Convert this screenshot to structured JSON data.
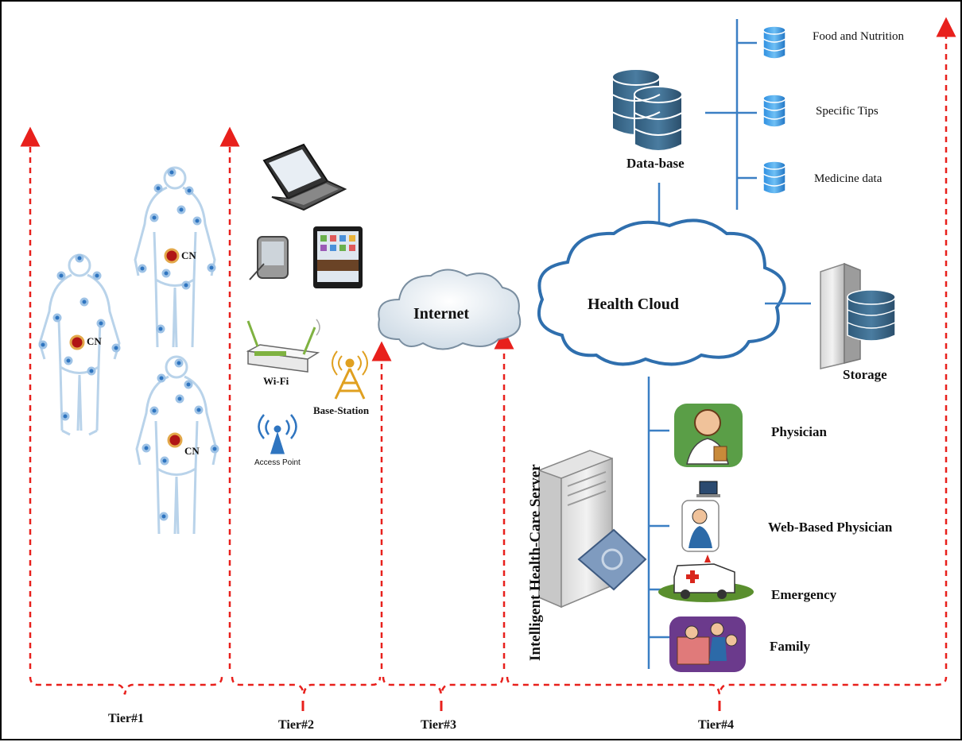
{
  "tiers": [
    "Tier#1",
    "Tier#2",
    "Tier#3",
    "Tier#4"
  ],
  "tier1": {
    "central_node": "CN"
  },
  "tier2": {
    "wifi": "Wi-Fi",
    "base_station": "Base-Station",
    "access_point": "Access Point"
  },
  "tier3": {
    "internet": "Internet"
  },
  "tier4": {
    "database": "Data-base",
    "db_items": [
      "Food and Nutrition",
      "Specific Tips",
      "Medicine data"
    ],
    "cloud": "Health Cloud",
    "storage": "Storage",
    "server": "Intelligent Health-Care Server",
    "users": [
      "Physician",
      "Web-Based Physician",
      "Emergency",
      "Family"
    ]
  },
  "colors": {
    "tier_line": "#e8201c",
    "link": "#3b7fc4",
    "cloud_stroke": "#2f6fae",
    "node": "#2f75c0"
  }
}
